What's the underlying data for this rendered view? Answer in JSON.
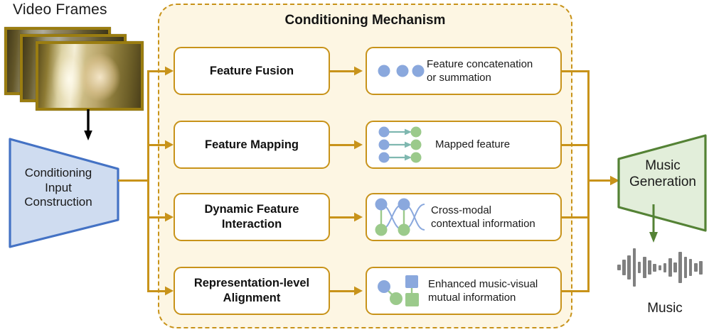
{
  "diagram": {
    "title": "Conditioning Mechanism",
    "video_frames_label": "Video Frames",
    "music_label": "Music"
  },
  "input_stage": {
    "label": "Conditioning\nInput\nConstruction",
    "line1": "Conditioning",
    "line2": "Input",
    "line3": "Construction",
    "fill": "#cfdcf0",
    "stroke": "#4472c4",
    "text_color": "#1a1a1a"
  },
  "output_stage": {
    "line1": "Music",
    "line2": "Generation",
    "fill": "#e2eeda",
    "stroke": "#548235",
    "text_color": "#1a1a1a"
  },
  "colors": {
    "panel_fill": "#fdf6e3",
    "panel_border": "#c8931a",
    "box_border": "#c8931a",
    "box_fill": "#ffffff",
    "connector": "#c8931a",
    "blue_node": "#8aa8dd",
    "green_node": "#9bca8b",
    "curve": "#8aa8dd",
    "waveform": "#808080",
    "frame_border": "#9a7d11",
    "arrow_black": "#000000"
  },
  "mechanisms": [
    {
      "name": "Feature Fusion",
      "description_line1": "Feature concatenation",
      "description_line2": "or summation",
      "icon": "three-blue-dots-icon"
    },
    {
      "name": "Feature Mapping",
      "description_line1": "Mapped feature",
      "description_line2": "",
      "icon": "blue-to-green-arrows-icon"
    },
    {
      "name_line1": "Dynamic Feature",
      "name_line2": "Interaction",
      "name": "Dynamic Feature Interaction",
      "description_line1": "Cross-modal",
      "description_line2": "contextual information",
      "icon": "crossing-waves-nodes-icon"
    },
    {
      "name_line1": "Representation-level",
      "name_line2": "Alignment",
      "name": "Representation-level Alignment",
      "description_line1": "Enhanced music-visual",
      "description_line2": "mutual information",
      "icon": "nodes-squares-alignment-icon"
    }
  ],
  "waveform": {
    "heights": [
      8,
      22,
      34,
      54,
      16,
      30,
      20,
      11,
      7,
      13,
      26,
      14,
      44,
      30,
      24,
      12,
      19
    ]
  }
}
